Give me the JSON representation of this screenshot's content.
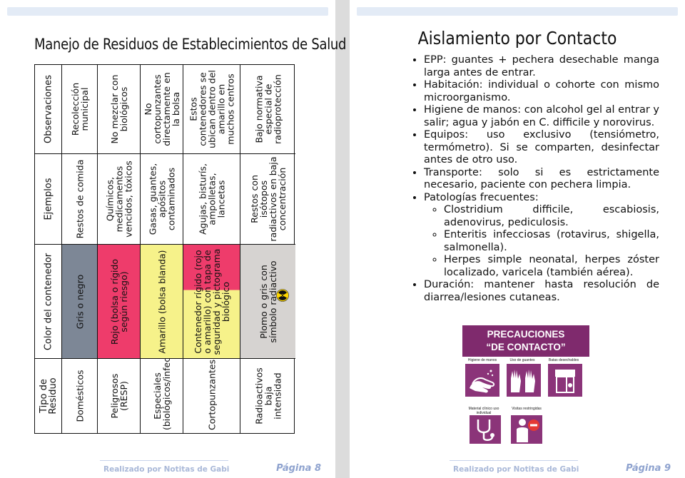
{
  "left_page": {
    "title": "Manejo de Residuos de Establecimientos de Salud (REAS)",
    "table": {
      "headers": [
        "Tipo de Residuo",
        "Color del contenedor",
        "Ejemplos",
        "Observaciones"
      ],
      "rows": [
        {
          "tipo": "Domésticos",
          "color": "Gris o negro",
          "ejemplos": "Restos de comida",
          "observaciones": "Recolección municipal",
          "swatch": "#7d8796"
        },
        {
          "tipo": "Peligrosos (RESP)",
          "color": "Rojo (bolsa o rígido según riesgo)",
          "ejemplos": "Químicos, medicamentos vencidos, tóxicos",
          "observaciones": "No mezclar con biológicos",
          "swatch": "#ee3c6b"
        },
        {
          "tipo": "Especiales (biológicos/infecciosos)",
          "color": "Amarillo (bolsa blanda)",
          "ejemplos": "Gasas, guantes, apósitos contaminados",
          "observaciones": "No cortopunzantes directamente en la bolsa",
          "swatch": "#f6f28a"
        },
        {
          "tipo": "Cortopunzantes",
          "color": "Contenedor rígido (rojo o amarillo) con tapa de seguridad y pictograma biológico",
          "ejemplos": "Agujas, bisturís, ampolletas, lancetas",
          "observaciones": "Estos contenedores se ubican dentro del amarillo en muchos centros",
          "swatch": "#ee3c6b",
          "swatch2": "#f6f28a"
        },
        {
          "tipo": "Radioactivos baja intensidad",
          "color": "Plomo o gris con símbolo radiactivo",
          "ejemplos": "Restos con isótopos radiactivos en baja concentración",
          "observaciones": "Bajo normativa especial de radioprotección",
          "swatch": "#d6d3d1"
        }
      ]
    },
    "footer_author": "Realizado por Notitas de Gabi",
    "footer_page": "Página 8"
  },
  "right_page": {
    "title": "Aislamiento por Contacto",
    "items": [
      "EPP: guantes + pechera desechable manga larga antes de entrar.",
      "Habitación: individual o cohorte con mismo microorganismo.",
      "Higiene de manos: con alcohol gel al entrar y salir; agua y jabón en C. difficile y norovirus.",
      "Equipos: uso exclusivo (tensiómetro, termómetro). Si se comparten, desinfectar antes de otro uso.",
      "Transporte: solo si es estrictamente necesario, paciente con pechera limpia.",
      "Patologías frecuentes:",
      "Duración: mantener hasta resolución de diarrea/lesiones cutaneas."
    ],
    "subitems": [
      "Clostridium difficile, escabiosis, adenovirus, pediculosis.",
      "Enteritis infecciosas (rotavirus, shigella, salmonella).",
      "Herpes simple neonatal, herpes zóster localizado, varicela (también aérea)."
    ],
    "poster": {
      "title_line1": "PRECAUCIONES",
      "title_line2": "“DE CONTACTO”",
      "labels": [
        "Higiene de manos",
        "Uso de guantes",
        "Batas desechables",
        "Material clínico uso individual",
        "Visitas restringidas"
      ],
      "accent": "#7f2a6d"
    },
    "footer_author": "Realizado por Notitas de Gabi",
    "footer_page": "Página 9"
  }
}
